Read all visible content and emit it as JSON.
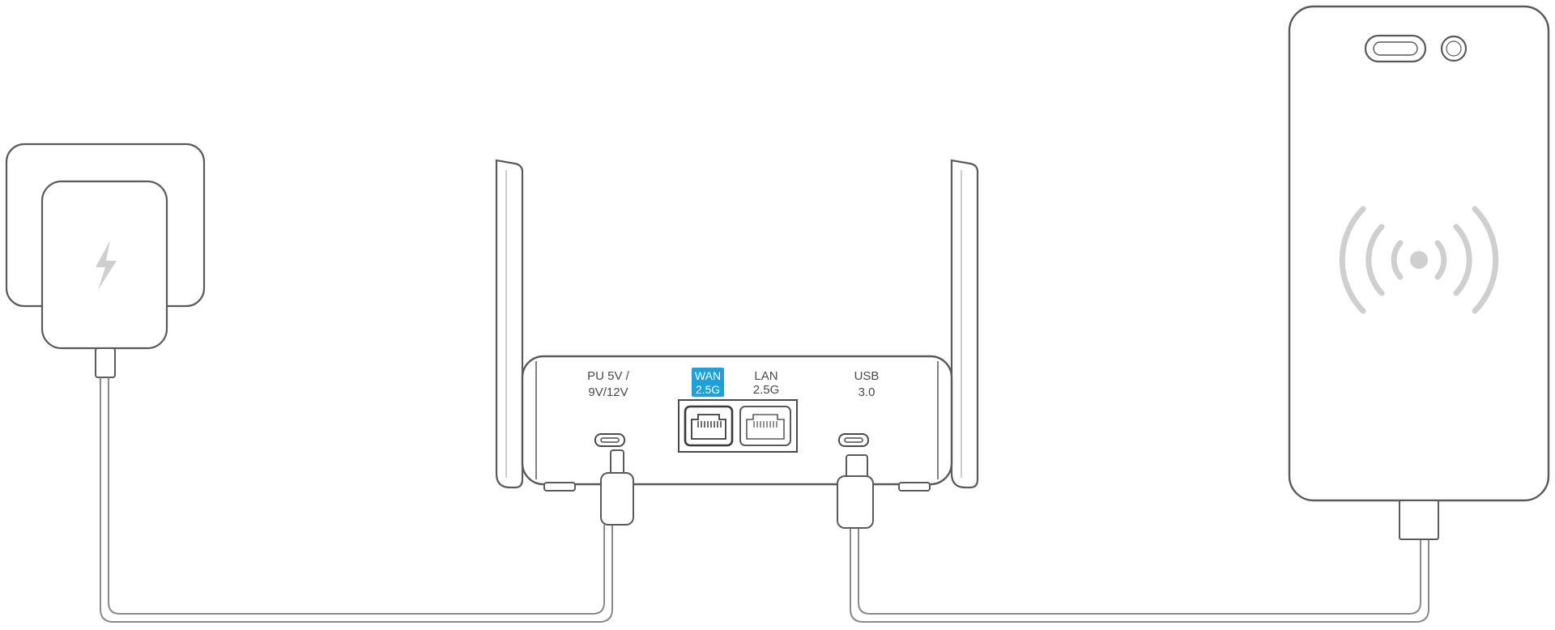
{
  "colors": {
    "line": "#5a5a5a",
    "cable": "#8a8a8a",
    "wan_highlight": "#1da1dc",
    "icon_gray": "#cfcfcf",
    "background": "#ffffff"
  },
  "router": {
    "ports": {
      "power": {
        "label_line1": "PU 5V /",
        "label_line2": "9V/12V"
      },
      "wan": {
        "label_line1": "WAN",
        "label_line2": "2.5G"
      },
      "lan": {
        "label_line1": "LAN",
        "label_line2": "2.5G"
      },
      "usb": {
        "label_line1": "USB",
        "label_line2": "3.0"
      }
    }
  },
  "icons": {
    "charger": "lightning-bolt-icon",
    "phone": "wireless-signal-icon"
  }
}
